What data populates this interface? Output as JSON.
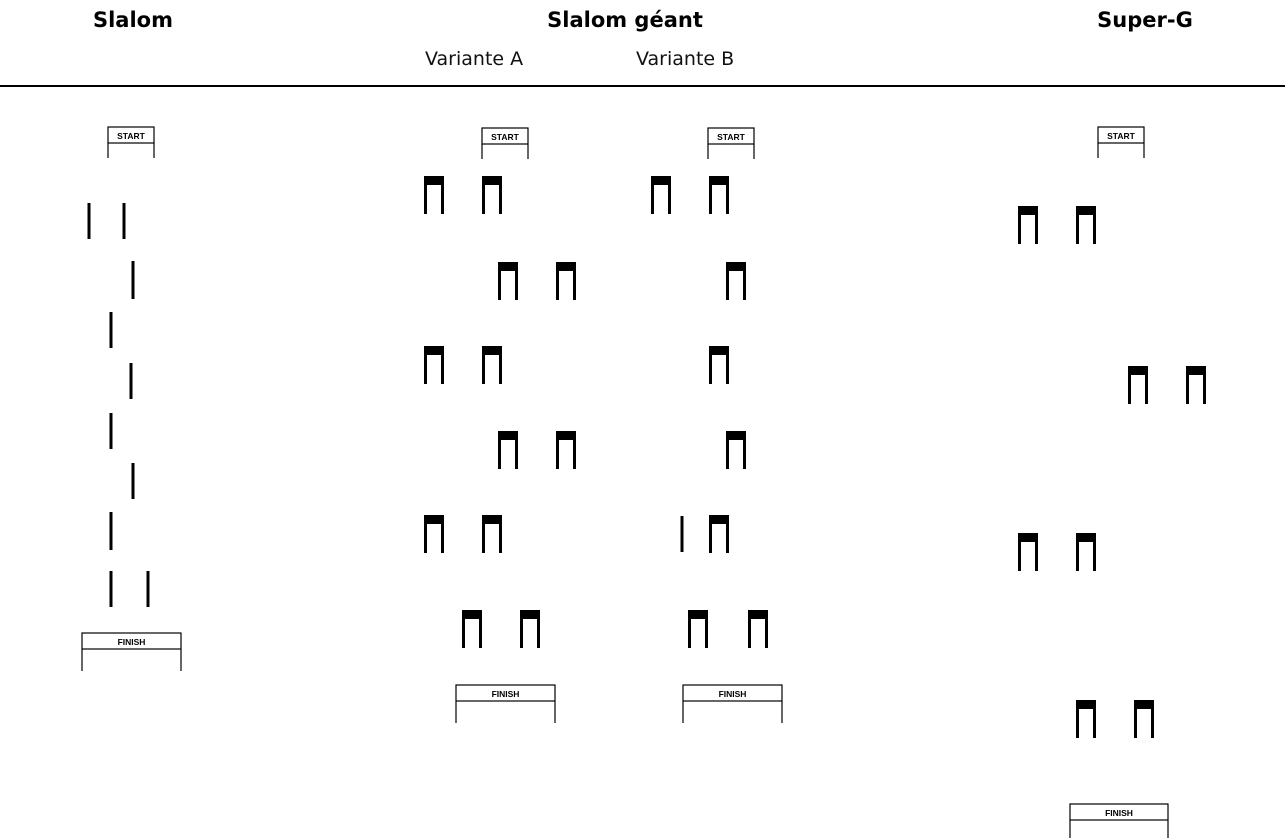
{
  "header": {
    "slalom": "Slalom",
    "giant_slalom": "Slalom géant",
    "variant_a": "Variante A",
    "variant_b": "Variante B",
    "super_g": "Super-G"
  },
  "markers": {
    "start": "START",
    "finish": "FINISH"
  }
}
